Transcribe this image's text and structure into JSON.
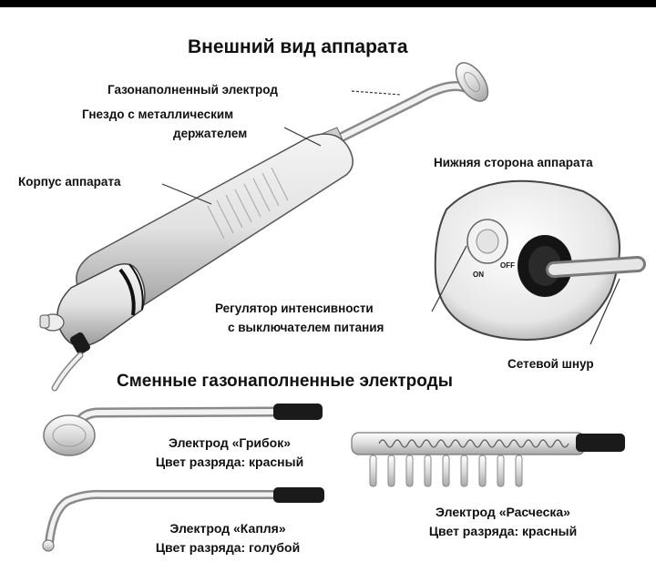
{
  "title": "Внешний вид аппарата",
  "labels": {
    "electrode": "Газонаполненный электрод",
    "socket_line1": "Гнездо с металлическим",
    "socket_line2": "держателем",
    "body": "Корпус аппарата",
    "bottom_side": "Нижняя сторона аппарата",
    "regulator_line1": "Регулятор интенсивности",
    "regulator_line2": "с выключателем питания",
    "cord": "Сетевой шнур",
    "switch_on": "ON",
    "switch_off": "OFF"
  },
  "section_title": "Сменные газонаполненные электроды",
  "electrodes": [
    {
      "name": "Электрод «Грибок»",
      "color": "Цвет разряда: красный"
    },
    {
      "name": "Электрод «Капля»",
      "color": "Цвет разряда: голубой"
    },
    {
      "name": "Электрод «Расческа»",
      "color": "Цвет разряда: красный"
    }
  ]
}
